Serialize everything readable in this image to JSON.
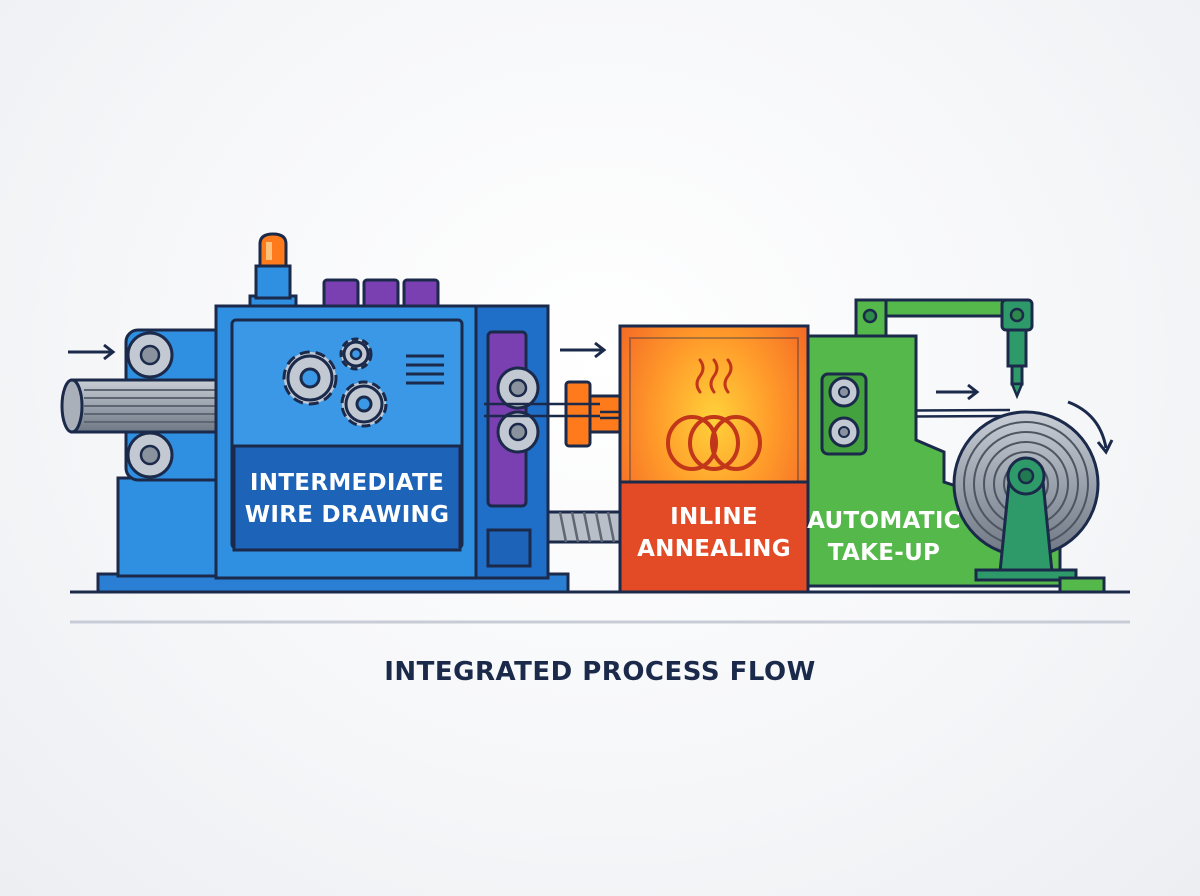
{
  "stages": [
    {
      "id": "drawing",
      "line1": "INTERMEDIATE",
      "line2": "WIRE DRAWING"
    },
    {
      "id": "annealing",
      "line1": "INLINE",
      "line2": "ANNEALING"
    },
    {
      "id": "takeup",
      "line1": "AUTOMATIC",
      "line2": "TAKE-UP"
    }
  ],
  "caption": "INTEGRATED PROCESS FLOW",
  "icons": [
    "arrow-right-icon",
    "gear-icon",
    "heat-waves-icon",
    "coil-icon",
    "beacon-light-icon",
    "rotation-arrow-icon"
  ],
  "colors": {
    "outline": "#1b2a4a",
    "drawing_blue": "#2f8fe0",
    "drawing_panel": "#1d63b8",
    "annealing_orange": "#f08a24",
    "annealing_red": "#e34a26",
    "takeup_green": "#55b84a",
    "purple": "#7a3fb0",
    "beacon": "#ff7a1a"
  }
}
